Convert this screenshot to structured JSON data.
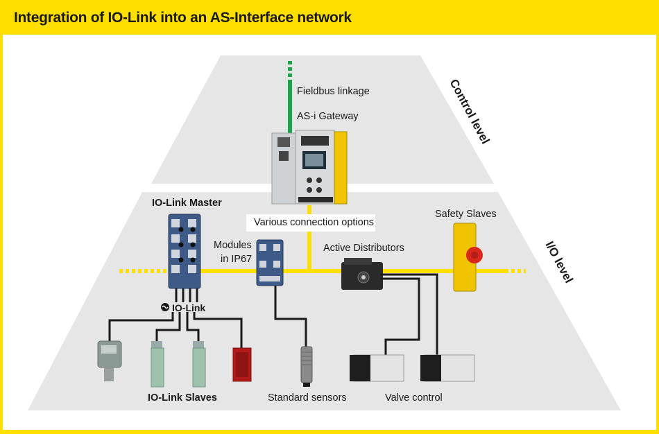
{
  "header": {
    "title": "Integration of IO-Link into an AS-Interface network"
  },
  "levels": {
    "control": "Control level",
    "io": "I/O level"
  },
  "labels": {
    "fieldbus": "Fieldbus linkage",
    "gateway": "AS-i Gateway",
    "connection_options": "Various connection options",
    "iolink_master": "IO-Link Master",
    "modules_line1": "Modules",
    "modules_line2": "in IP67",
    "active_distributors": "Active Distributors",
    "safety_slaves": "Safety Slaves",
    "iolink_logo": "IO-Link",
    "iolink_slaves": "IO-Link Slaves",
    "standard_sensors": "Standard sensors",
    "valve_control": "Valve control"
  },
  "colors": {
    "frame": "#ffdf00",
    "bus": "#ffdf00",
    "fieldbus": "#1aa34a",
    "plane": "#e6e6e6",
    "cable": "#1a1a1a"
  }
}
